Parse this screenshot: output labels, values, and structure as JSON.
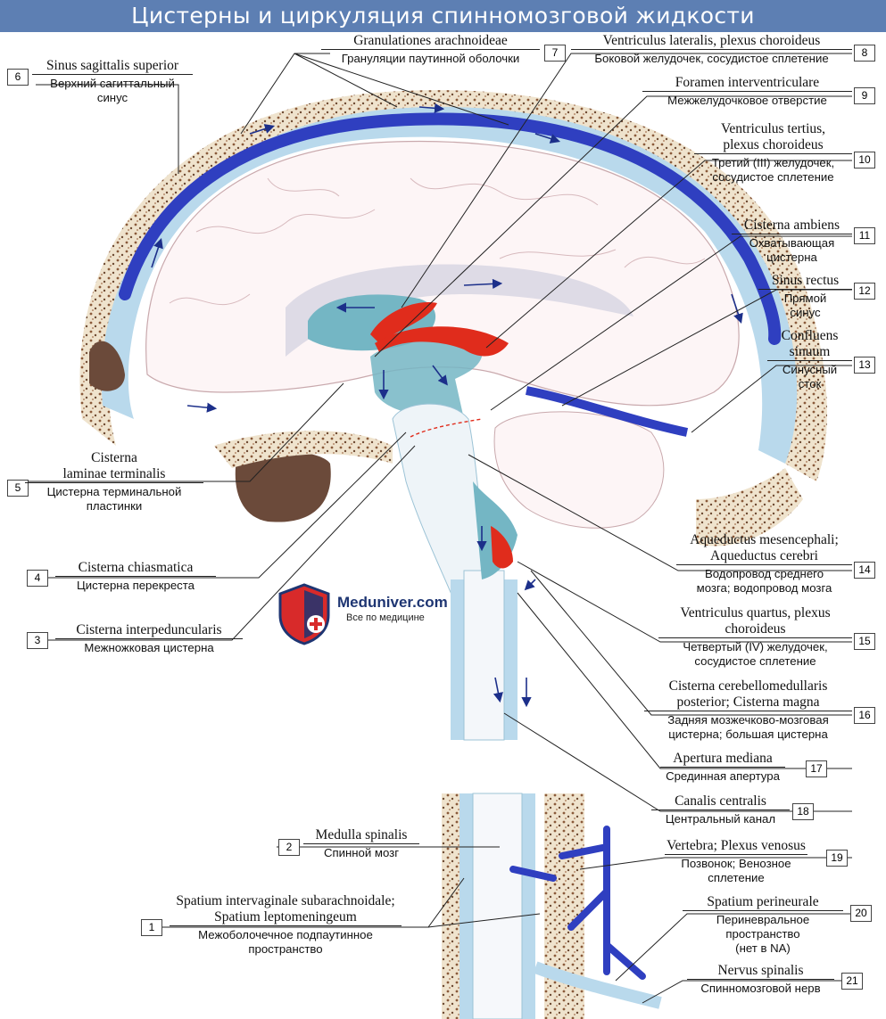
{
  "title": "Цистерны и циркуляция спинномозговой жидкости",
  "watermark": {
    "name": "Meduniver.com",
    "tagline": "Все по медицине"
  },
  "colors": {
    "header": "#5d7fb3",
    "sinus": "#2f3fc0",
    "csf": "#b9d9ec",
    "ventricle": "#74b6c4",
    "plexus": "#e02c1c"
  },
  "labels": [
    {
      "n": "1",
      "lat": "Spatium intervaginale subarachnoidale;\nSpatium leptomeningeum",
      "rus": "Межоболочечное подпаутинное\nпространство"
    },
    {
      "n": "2",
      "lat": "Medulla spinalis",
      "rus": "Спинной мозг"
    },
    {
      "n": "3",
      "lat": "Cisterna interpeduncularis",
      "rus": "Межножковая цистерна"
    },
    {
      "n": "4",
      "lat": "Cisterna chiasmatica",
      "rus": "Цистерна перекреста"
    },
    {
      "n": "5",
      "lat": "Cisterna\nlaminae terminalis",
      "rus": "Цистерна терминальной\nпластинки"
    },
    {
      "n": "6",
      "lat": "Sinus sagittalis superior",
      "rus": "Верхний сагиттальный\nсинус"
    },
    {
      "n": "7",
      "lat": "Granulationes arachnoideae",
      "rus": "Грануляции паутинной оболочки"
    },
    {
      "n": "8",
      "lat": "Ventriculus lateralis, plexus choroideus",
      "rus": "Боковой желудочек, сосудистое сплетение"
    },
    {
      "n": "9",
      "lat": "Foramen interventriculare",
      "rus": "Межжелудочковое отверстие"
    },
    {
      "n": "10",
      "lat": "Ventriculus tertius,\nplexus choroideus",
      "rus": "Третий (III) желудочек,\nсосудистое сплетение"
    },
    {
      "n": "11",
      "lat": "Cisterna ambiens",
      "rus": "Охватывающая\nцистерна"
    },
    {
      "n": "12",
      "lat": "Sinus rectus",
      "rus": "Прямой\nсинус"
    },
    {
      "n": "13",
      "lat": "Confluens\nsinuum",
      "rus": "Синусный\nсток"
    },
    {
      "n": "14",
      "lat": "Aqueductus mesencephali;\nAqueductus cerebri",
      "rus": "Водопровод среднего\nмозга; водопровод мозга"
    },
    {
      "n": "15",
      "lat": "Ventriculus quartus, plexus\nchoroideus",
      "rus": "Четвертый (IV) желудочек,\nсосудистое сплетение"
    },
    {
      "n": "16",
      "lat": "Cisterna cerebellomedullaris\nposterior; Cisterna magna",
      "rus": "Задняя мозжечково-мозговая\nцистерна; большая цистерна"
    },
    {
      "n": "17",
      "lat": "Apertura mediana",
      "rus": "Срединная апертура"
    },
    {
      "n": "18",
      "lat": "Canalis centralis",
      "rus": "Центральный канал"
    },
    {
      "n": "19",
      "lat": "Vertebra; Plexus venosus",
      "rus": "Позвонок; Венозное\nсплетение"
    },
    {
      "n": "20",
      "lat": "Spatium perineurale",
      "rus": "Периневральное\nпространство\n(нет в NA)"
    },
    {
      "n": "21",
      "lat": "Nervus spinalis",
      "rus": "Спинномозговой нерв"
    }
  ]
}
